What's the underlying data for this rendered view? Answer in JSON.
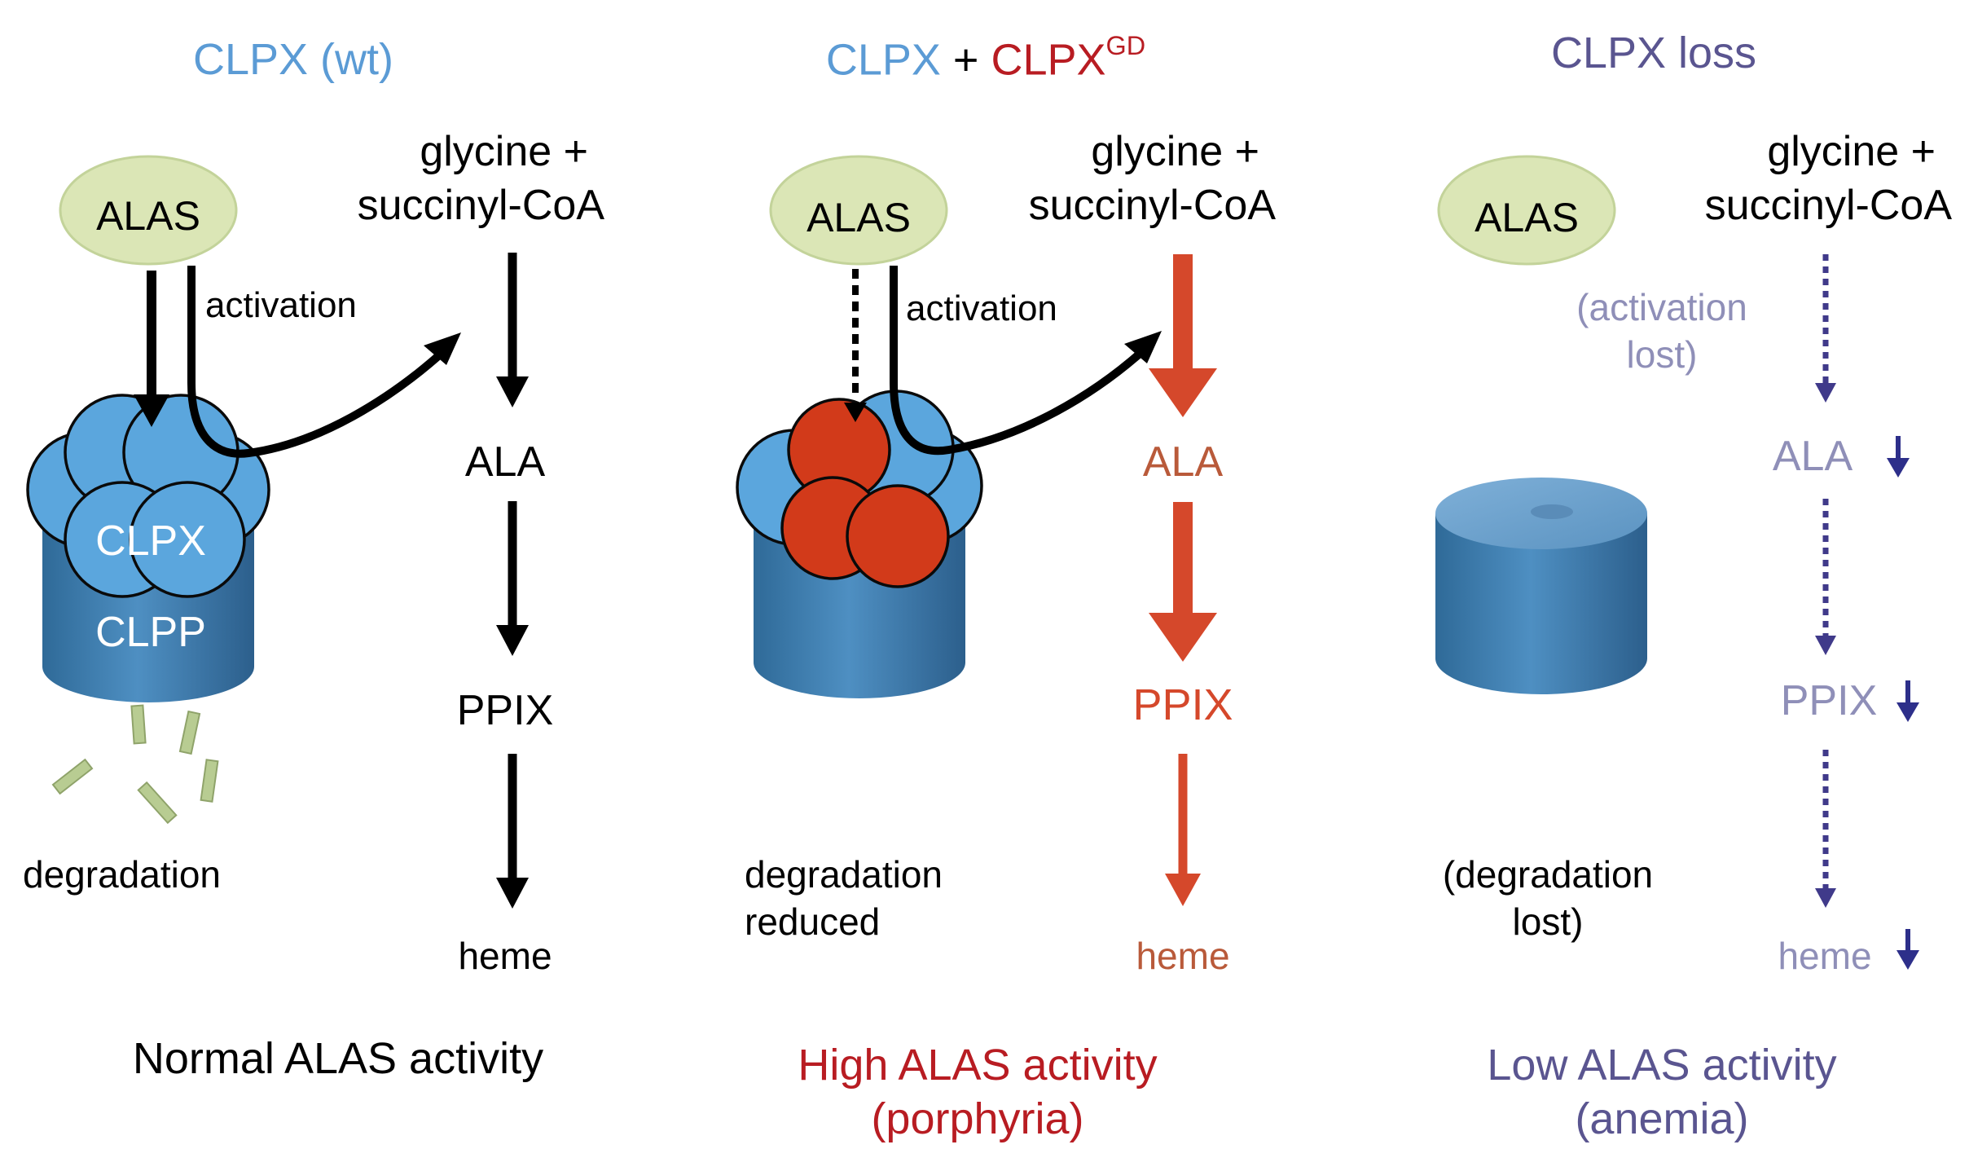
{
  "colors": {
    "wt_blue": "#5b9bd5",
    "gd_red": "#b81c22",
    "loss_purple": "#5a5590",
    "loss_light": "#8f8fb8",
    "pathway_red": "#d5482b",
    "pathway_brown": "#b95a3a",
    "alas_fill": "#dbe6b6",
    "clpx_blue": "#5ba6dd",
    "clpx_red": "#d23a1a",
    "clpp_blue": "#3f80b2",
    "frag_green": "#b8cc92",
    "black": "#000000"
  },
  "panels": [
    {
      "id": "wt",
      "header": "CLPX (wt)",
      "enzyme": "ALAS",
      "substrate_line1": "glycine +",
      "substrate_line2": "succinyl-CoA",
      "activation": "activation",
      "clpx_label": "CLPX",
      "clpp_label": "CLPP",
      "intermediate_1": "ALA",
      "intermediate_2": "PPIX",
      "product": "heme",
      "degradation_line1": "degradation",
      "degradation_line2": "",
      "outcome_line1": "Normal ALAS activity",
      "outcome_line2": ""
    },
    {
      "id": "gd",
      "header_part1": "CLPX",
      "header_plus": " + ",
      "header_part2": "CLPX",
      "header_sup": "GD",
      "enzyme": "ALAS",
      "substrate_line1": "glycine +",
      "substrate_line2": "succinyl-CoA",
      "activation": "activation",
      "intermediate_1": "ALA",
      "intermediate_2": "PPIX",
      "product": "heme",
      "degradation_line1": "degradation",
      "degradation_line2": "reduced",
      "outcome_line1": "High ALAS activity",
      "outcome_line2": "(porphyria)"
    },
    {
      "id": "loss",
      "header": "CLPX loss",
      "enzyme": "ALAS",
      "substrate_line1": "glycine +",
      "substrate_line2": "succinyl-CoA",
      "activation_line1": "(activation",
      "activation_line2": "lost)",
      "intermediate_1": "ALA",
      "intermediate_2": "PPIX",
      "product": "heme",
      "degradation_line1": "(degradation",
      "degradation_line2": "lost)",
      "outcome_line1": "Low ALAS activity",
      "outcome_line2": "(anemia)"
    }
  ]
}
